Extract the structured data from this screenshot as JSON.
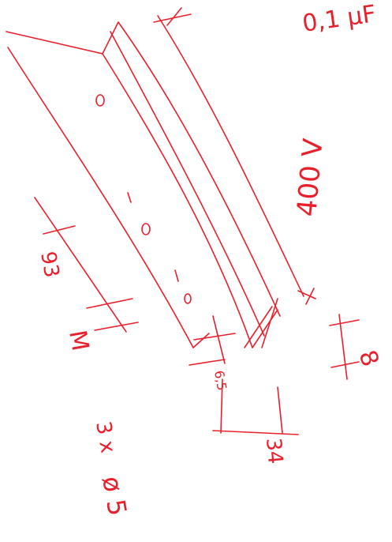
{
  "ink_color": "#e8202c",
  "labels": {
    "capacitance": "0,1 µF",
    "length_mm": "93",
    "width_mm": "34",
    "thickness_mm": "8",
    "lead_spacing": "6,5",
    "voltage": "400 V",
    "hole_count": "3 x",
    "hole_dia": "ø 5",
    "m_mark": "M"
  }
}
